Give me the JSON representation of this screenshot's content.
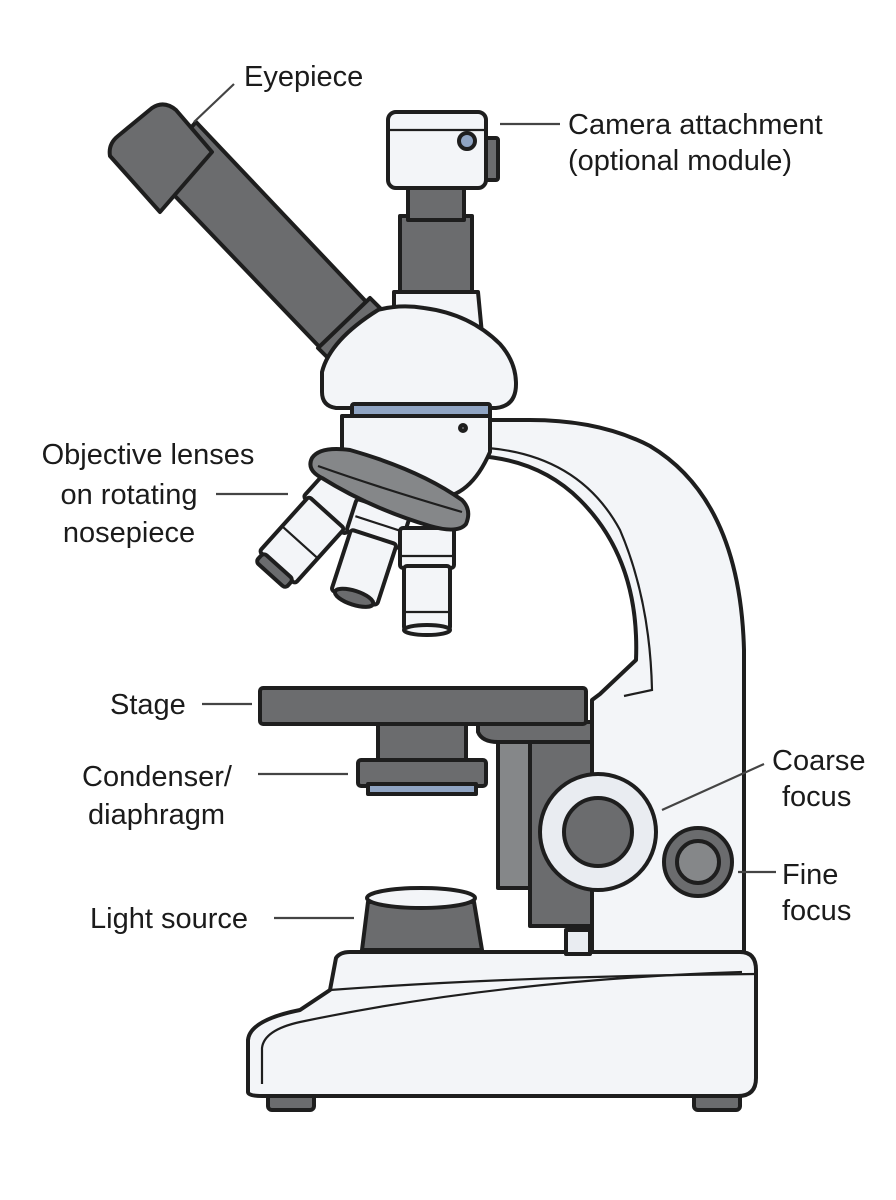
{
  "labels": {
    "eyepiece": "Eyepiece",
    "camera_line1": "Camera attachment",
    "camera_line2": "(optional module)",
    "objective_line1": "Objective lenses",
    "objective_line2": "on rotating",
    "objective_line3": "nosepiece",
    "stage": "Stage",
    "condenser_line1": "Condenser/",
    "condenser_line2": "diaphragm",
    "light_source": "Light source",
    "coarse_line1": "Coarse",
    "coarse_line2": "focus",
    "fine_line1": "Fine",
    "fine_line2": "focus"
  },
  "colors": {
    "outline": "#1e1e1e",
    "body_white": "#f3f5f8",
    "dark_grey": "#6b6c6e",
    "accent_blue": "#8fa4c3"
  }
}
